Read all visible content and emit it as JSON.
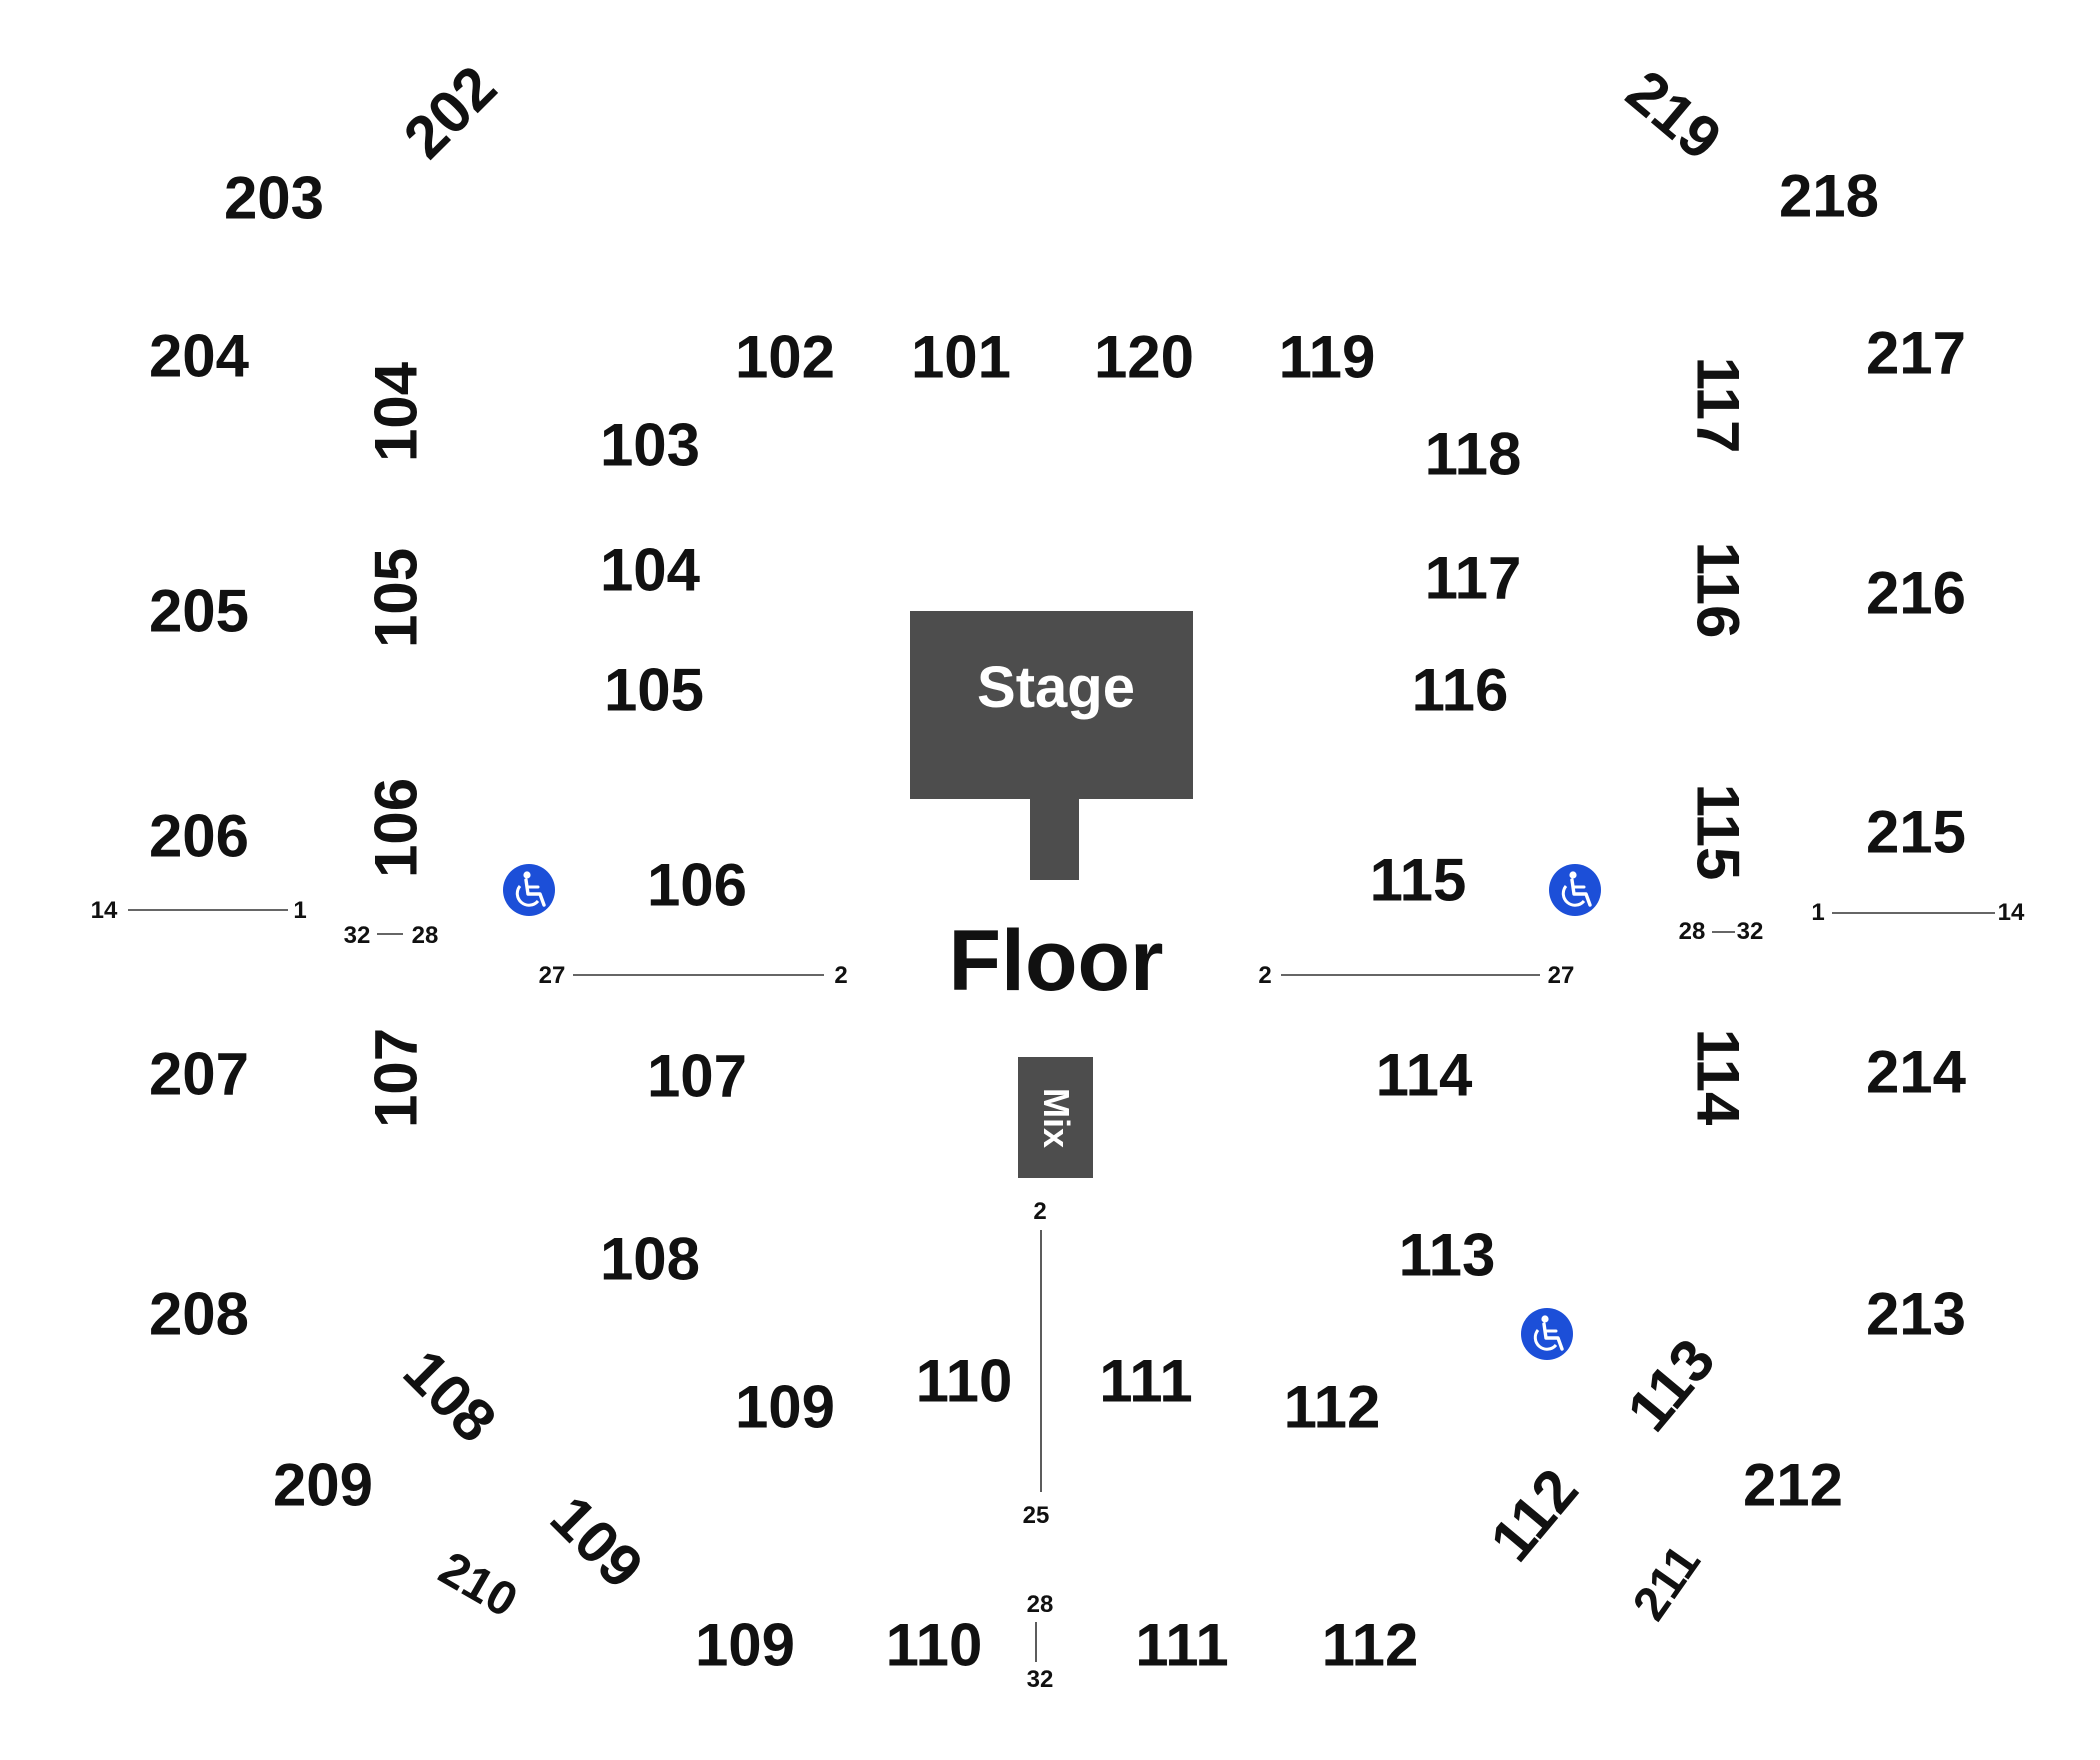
{
  "stage": {
    "label": "Stage",
    "color": "#4d4d4d"
  },
  "floor": {
    "label": "Floor"
  },
  "mix": {
    "label": "Mix"
  },
  "accessible": {
    "icon": "wheelchair-icon",
    "color": "#1c4fd8"
  },
  "sections": {
    "s202": "202",
    "s203": "203",
    "s204": "204",
    "s205": "205",
    "s206": "206",
    "s207": "207",
    "s208": "208",
    "s209": "209",
    "s210": "210",
    "s211": "211",
    "s212": "212",
    "s213": "213",
    "s214": "214",
    "s215": "215",
    "s216": "216",
    "s217": "217",
    "s218": "218",
    "s219": "219",
    "s101": "101",
    "s102": "102",
    "s103": "103",
    "s104": "104",
    "s105": "105",
    "s106": "106",
    "s107": "107",
    "s108": "108",
    "s109": "109",
    "s110": "110",
    "s111": "111",
    "s112": "112",
    "s113": "113",
    "s114": "114",
    "s115": "115",
    "s116": "116",
    "s117": "117",
    "s118": "118",
    "s119": "119",
    "s120": "120"
  },
  "rows": {
    "r14": "14",
    "r1": "1",
    "r32": "32",
    "r28": "28",
    "r27": "27",
    "r2": "2",
    "r25": "25"
  }
}
